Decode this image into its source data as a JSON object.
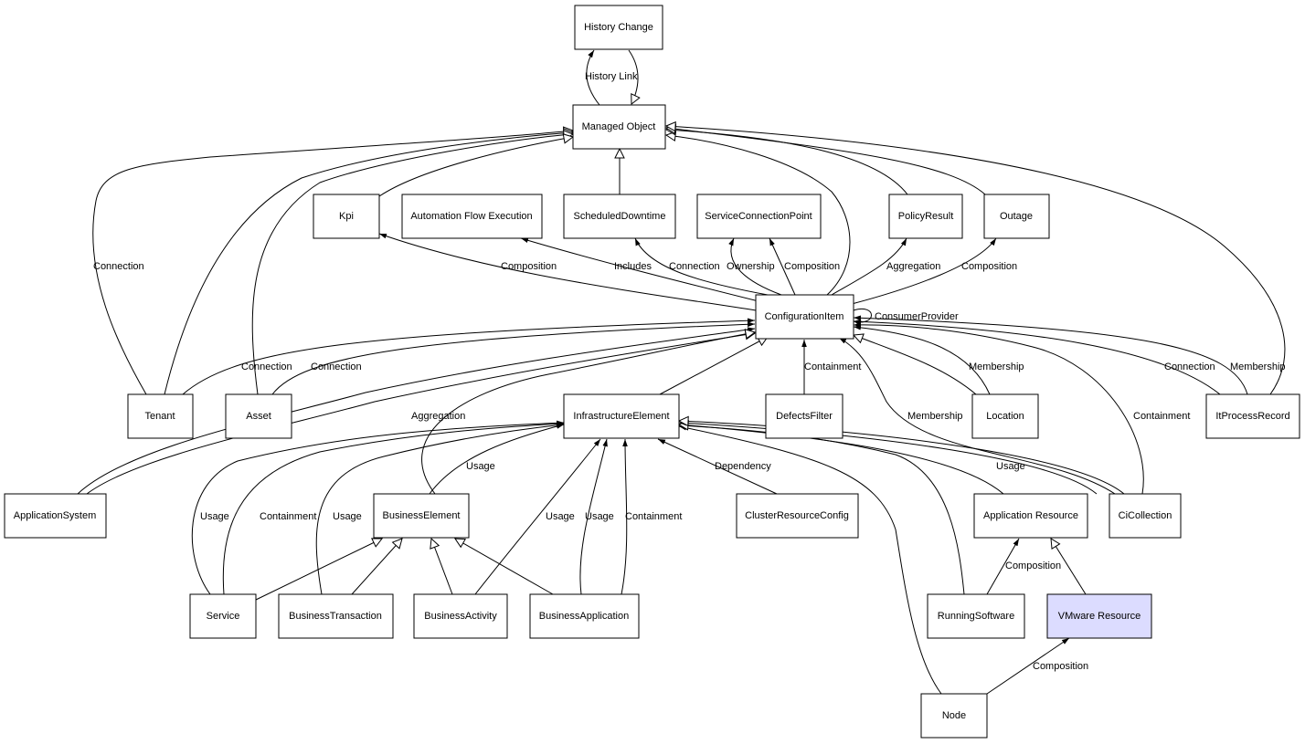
{
  "nodes": {
    "history_change": "History Change",
    "managed_object": "Managed Object",
    "kpi": "Kpi",
    "automation_flow_execution": "Automation Flow Execution",
    "scheduled_downtime": "ScheduledDowntime",
    "service_connection_point": "ServiceConnectionPoint",
    "policy_result": "PolicyResult",
    "outage": "Outage",
    "configuration_item": "ConfigurationItem",
    "tenant": "Tenant",
    "asset": "Asset",
    "infrastructure_element": "InfrastructureElement",
    "defects_filter": "DefectsFilter",
    "location": "Location",
    "it_process_record": "ItProcessRecord",
    "application_system": "ApplicationSystem",
    "business_element": "BusinessElement",
    "cluster_resource_config": "ClusterResourceConfig",
    "application_resource": "Application Resource",
    "ci_collection": "CiCollection",
    "service": "Service",
    "business_transaction": "BusinessTransaction",
    "business_activity": "BusinessActivity",
    "business_application": "BusinessApplication",
    "running_software": "RunningSoftware",
    "vmware_resource": "VMware Resource",
    "node": "Node"
  },
  "edge_labels": {
    "history_link": "History Link",
    "tenant_connection_mo": "Connection",
    "kpi_composition": "Composition",
    "afe_includes": "Includes",
    "sd_connection": "Connection",
    "scp_ownership": "Ownership",
    "scp_composition": "Composition",
    "pr_aggregation": "Aggregation",
    "outage_composition": "Composition",
    "consumer_provider": "ConsumerProvider",
    "tenant_connection_ci": "Connection",
    "asset_connection_ci": "Connection",
    "defects_containment": "Containment",
    "location_membership": "Membership",
    "itpr_connection": "Connection",
    "itpr_membership": "Membership",
    "cicollection_membership": "Membership",
    "cicollection_containment": "Containment",
    "appsystem_aggregation": "Aggregation",
    "be_usage": "Usage",
    "cluster_dependency": "Dependency",
    "cicollection_usage": "Usage",
    "service_usage": "Usage",
    "service_containment": "Containment",
    "bt_usage": "Usage",
    "ba_usage": "Usage",
    "bapp_usage": "Usage",
    "bapp_containment": "Containment",
    "rs_composition": "Composition",
    "node_composition": "Composition"
  },
  "colors": {
    "highlight_fill": "#dcdcff",
    "line": "#000000"
  }
}
